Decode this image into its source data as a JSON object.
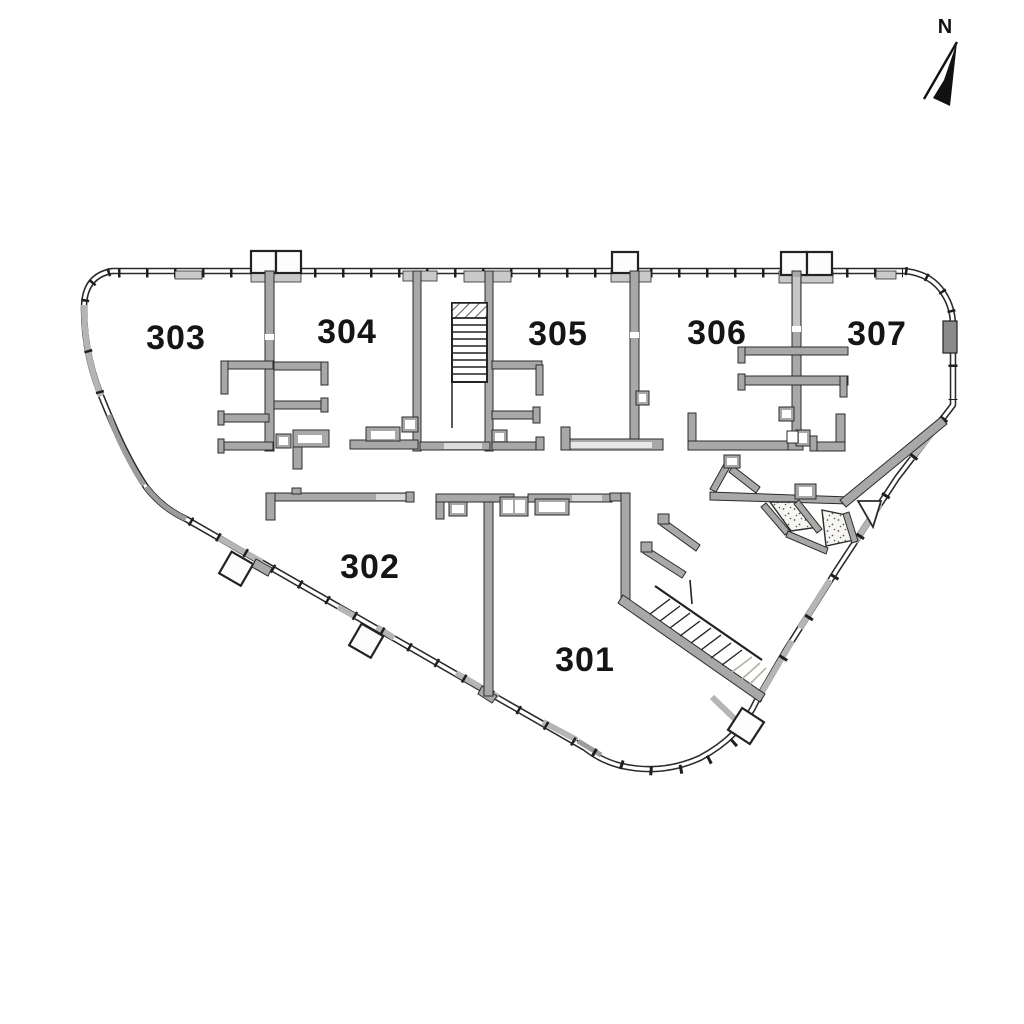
{
  "title_note": "architectural floor plan drawing",
  "compass": {
    "label": "N"
  },
  "rooms": {
    "r301": {
      "label": "301"
    },
    "r302": {
      "label": "302"
    },
    "r303": {
      "label": "303"
    },
    "r304": {
      "label": "304"
    },
    "r305": {
      "label": "305"
    },
    "r306": {
      "label": "306"
    },
    "r307": {
      "label": "307"
    }
  },
  "colors": {
    "background": "#ffffff",
    "wall_outline": "#2a2a2a",
    "wall_fill": "#a8a8a8",
    "wall_light": "#c9c9c9",
    "label_color": "#151515"
  }
}
